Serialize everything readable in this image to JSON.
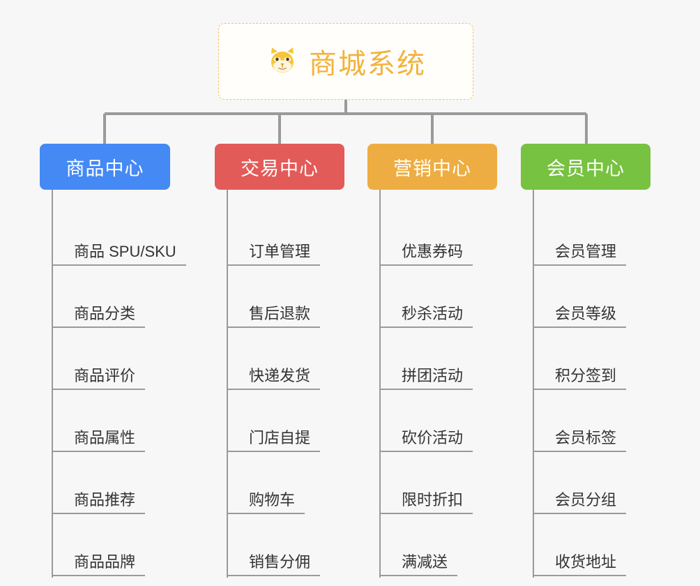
{
  "diagram": {
    "type": "mind-map",
    "title": "商城系统",
    "background_color": "#f7f7f7",
    "connector_color": "#9a9a9a"
  },
  "root": {
    "label": "商城系统",
    "icon": "shiba-dog-face-icon",
    "icon_glyph": "🐕",
    "text_color": "#f2b33d",
    "border_color": "#f0c36a",
    "background": "#fffefb"
  },
  "branches": [
    {
      "label": "商品中心",
      "color": "#4589f4",
      "leaves": [
        {
          "label": "商品 SPU/SKU"
        },
        {
          "label": "商品分类"
        },
        {
          "label": "商品评价"
        },
        {
          "label": "商品属性"
        },
        {
          "label": "商品推荐"
        },
        {
          "label": "商品品牌"
        }
      ]
    },
    {
      "label": "交易中心",
      "color": "#e35b58",
      "leaves": [
        {
          "label": "订单管理"
        },
        {
          "label": "售后退款"
        },
        {
          "label": "快递发货"
        },
        {
          "label": "门店自提"
        },
        {
          "label": "购物车"
        },
        {
          "label": "销售分佣"
        }
      ]
    },
    {
      "label": "营销中心",
      "color": "#eead42",
      "leaves": [
        {
          "label": "优惠券码"
        },
        {
          "label": "秒杀活动"
        },
        {
          "label": "拼团活动"
        },
        {
          "label": "砍价活动"
        },
        {
          "label": "限时折扣"
        },
        {
          "label": "满减送"
        }
      ]
    },
    {
      "label": "会员中心",
      "color": "#77c241",
      "leaves": [
        {
          "label": "会员管理"
        },
        {
          "label": "会员等级"
        },
        {
          "label": "积分签到"
        },
        {
          "label": "会员标签"
        },
        {
          "label": "会员分组"
        },
        {
          "label": "收货地址"
        }
      ]
    }
  ]
}
